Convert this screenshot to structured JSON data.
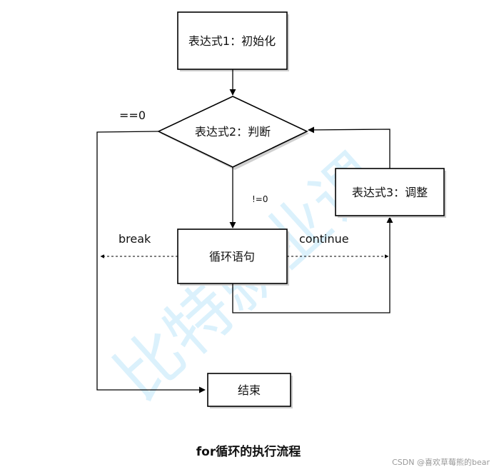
{
  "diagram": {
    "nodes": {
      "init": "表达式1：初始化",
      "condition": "表达式2：判断",
      "update": "表达式3：调整",
      "body": "循环语句",
      "end": "结束"
    },
    "edges": {
      "false": "==0",
      "true": "!=0",
      "break": "break",
      "continue": "continue"
    },
    "caption": "for循环的执行流程",
    "watermark": "比特就业课",
    "credit": "CSDN @喜欢草莓熊的bear"
  },
  "colors": {
    "stroke": "#000000",
    "shadow": "#cfcfcf",
    "watermark": "#5abef0"
  }
}
